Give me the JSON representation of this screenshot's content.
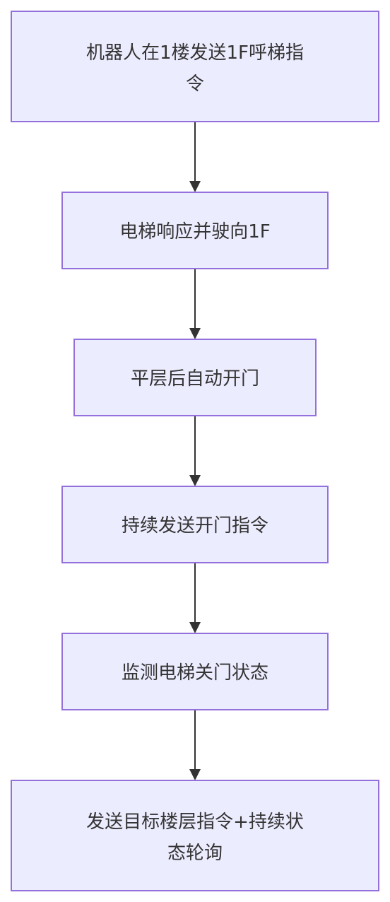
{
  "diagram": {
    "type": "flowchart",
    "colors": {
      "node_fill": "#ECECFF",
      "node_border": "#9370DB",
      "edge": "#333333",
      "text": "#333333"
    },
    "nodes": [
      {
        "id": "robot-call",
        "lines": [
          "机器人在1楼发送1F呼梯指",
          "令"
        ]
      },
      {
        "id": "elevator-respond",
        "lines": [
          "电梯响应并驶向1F"
        ]
      },
      {
        "id": "auto-open",
        "lines": [
          "平层后自动开门"
        ]
      },
      {
        "id": "keep-open",
        "lines": [
          "持续发送开门指令"
        ]
      },
      {
        "id": "monitor-close",
        "lines": [
          "监测电梯关门状态"
        ]
      },
      {
        "id": "send-target",
        "lines": [
          "发送目标楼层指令+持续状",
          "态轮询"
        ]
      }
    ],
    "edges": [
      {
        "from": "robot-call",
        "to": "elevator-respond"
      },
      {
        "from": "elevator-respond",
        "to": "auto-open"
      },
      {
        "from": "auto-open",
        "to": "keep-open"
      },
      {
        "from": "keep-open",
        "to": "monitor-close"
      },
      {
        "from": "monitor-close",
        "to": "send-target"
      }
    ]
  }
}
